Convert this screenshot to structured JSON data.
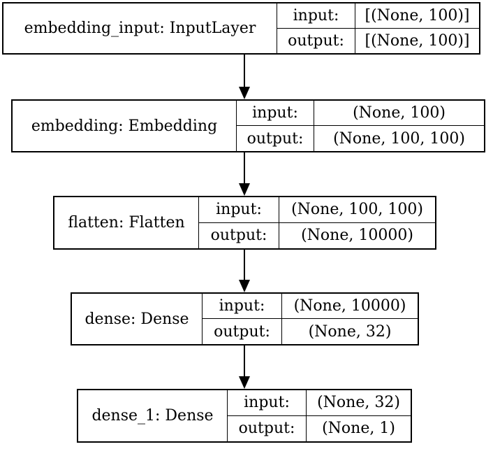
{
  "diagram_type": "keras-model-architecture",
  "labels": {
    "input": "input:",
    "output": "output:"
  },
  "layers": [
    {
      "name": "embedding_input: InputLayer",
      "layer_id": "embedding_input",
      "layer_type": "InputLayer",
      "input_shape": "[(None, 100)]",
      "output_shape": "[(None, 100)]"
    },
    {
      "name": "embedding: Embedding",
      "layer_id": "embedding",
      "layer_type": "Embedding",
      "input_shape": "(None, 100)",
      "output_shape": "(None, 100, 100)"
    },
    {
      "name": "flatten: Flatten",
      "layer_id": "flatten",
      "layer_type": "Flatten",
      "input_shape": "(None, 100, 100)",
      "output_shape": "(None, 10000)"
    },
    {
      "name": "dense: Dense",
      "layer_id": "dense",
      "layer_type": "Dense",
      "input_shape": "(None, 10000)",
      "output_shape": "(None, 32)"
    },
    {
      "name": "dense_1: Dense",
      "layer_id": "dense_1",
      "layer_type": "Dense",
      "input_shape": "(None, 32)",
      "output_shape": "(None, 1)"
    }
  ],
  "connections": [
    {
      "from": "embedding_input",
      "to": "embedding"
    },
    {
      "from": "embedding",
      "to": "flatten"
    },
    {
      "from": "flatten",
      "to": "dense"
    },
    {
      "from": "dense",
      "to": "dense_1"
    }
  ],
  "colors": {
    "border": "#000000",
    "text": "#000000",
    "background": "#ffffff"
  }
}
